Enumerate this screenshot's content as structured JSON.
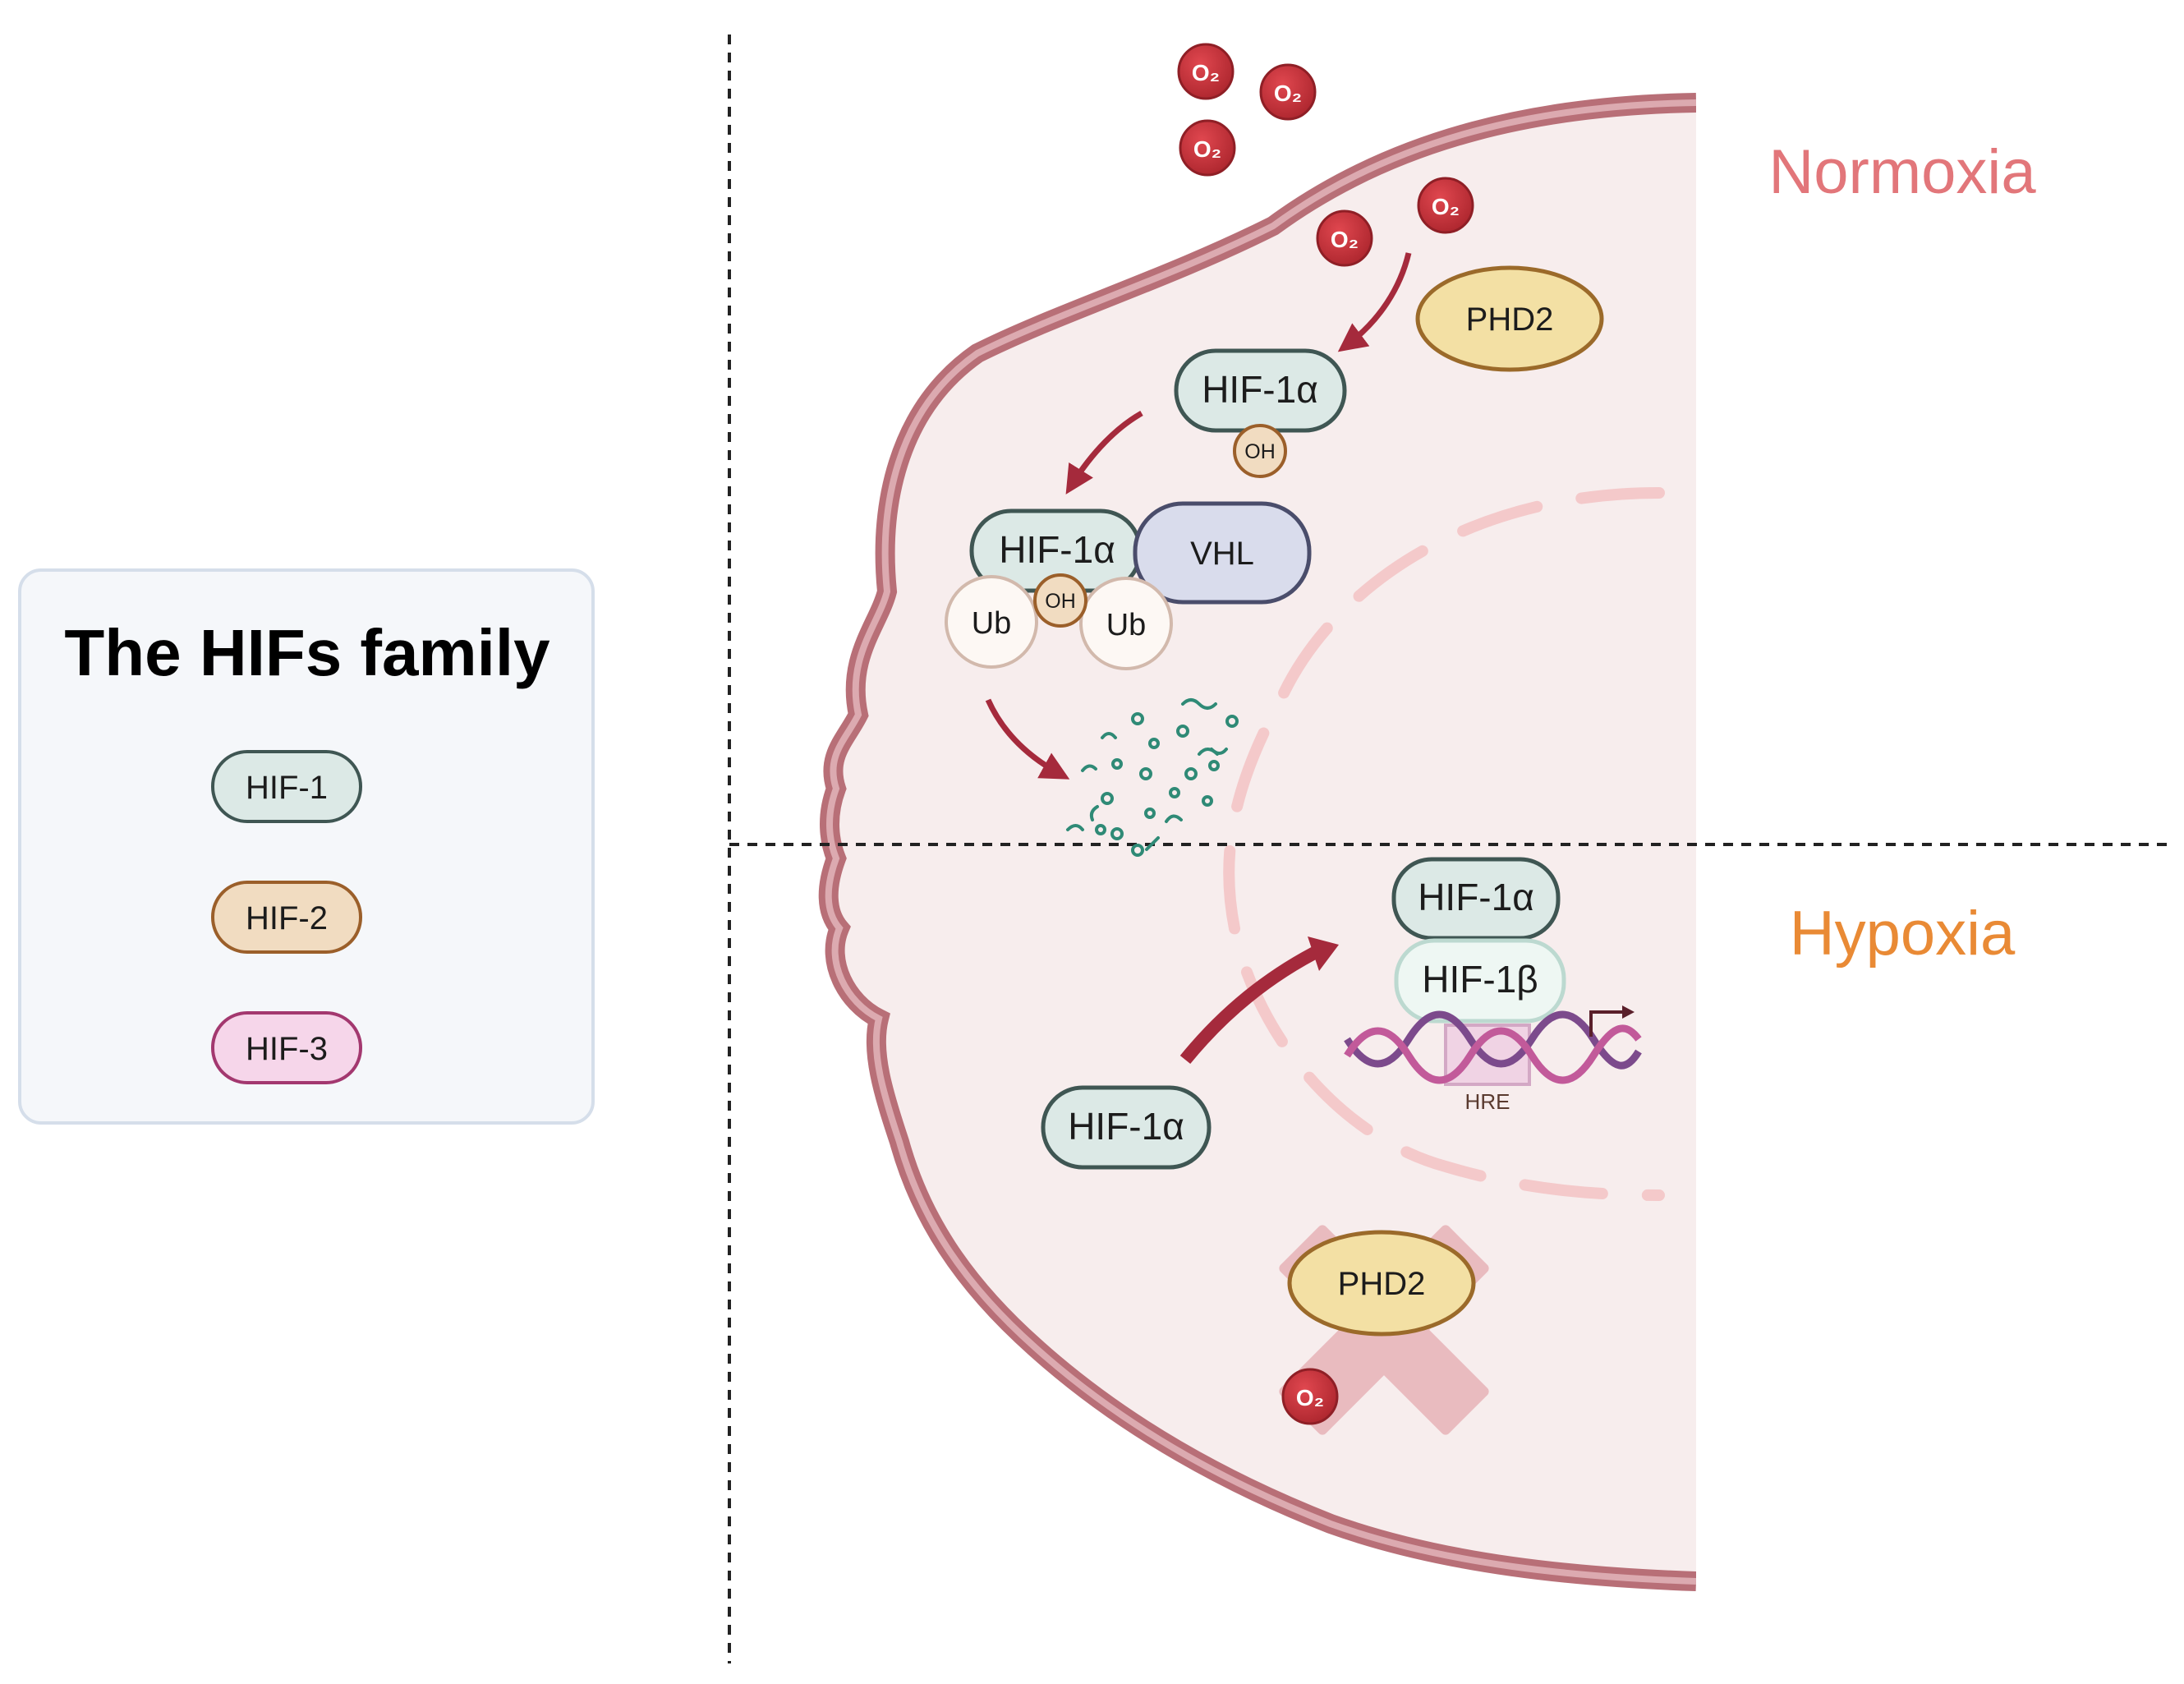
{
  "legend": {
    "title": "The HIFs family",
    "items": [
      {
        "label": "HIF-1",
        "fill": "#dce9e6",
        "stroke": "#3f5653"
      },
      {
        "label": "HIF-2",
        "fill": "#f1dcc1",
        "stroke": "#9b5f2a"
      },
      {
        "label": "HIF-3",
        "fill": "#f6d6ea",
        "stroke": "#a3386f"
      }
    ]
  },
  "sections": {
    "normoxia": {
      "label": "Normoxia",
      "color": "#e2767a"
    },
    "hypoxia": {
      "label": "Hypoxia",
      "color": "#e98a35"
    }
  },
  "molecules": {
    "oxygen": "O₂",
    "phd2": "PHD2",
    "hif1a": "HIF-1α",
    "hif1b": "HIF-1β",
    "oh": "OH",
    "vhl": "VHL",
    "ub": "Ub",
    "hre": "HRE"
  },
  "colors": {
    "cytoplasm": "#f7eded",
    "membrane_outer": "#b86f77",
    "membrane_inner": "#dcaab0",
    "arrow": "#a52a3c",
    "oxygen": "#c8323b",
    "nucleus_dash": "#f4c9ca",
    "fragments": "#2f8a76"
  },
  "icons": [
    "dna-helix-icon",
    "transcription-arrow-icon",
    "degradation-fragments-icon",
    "inhibition-cross-icon"
  ]
}
